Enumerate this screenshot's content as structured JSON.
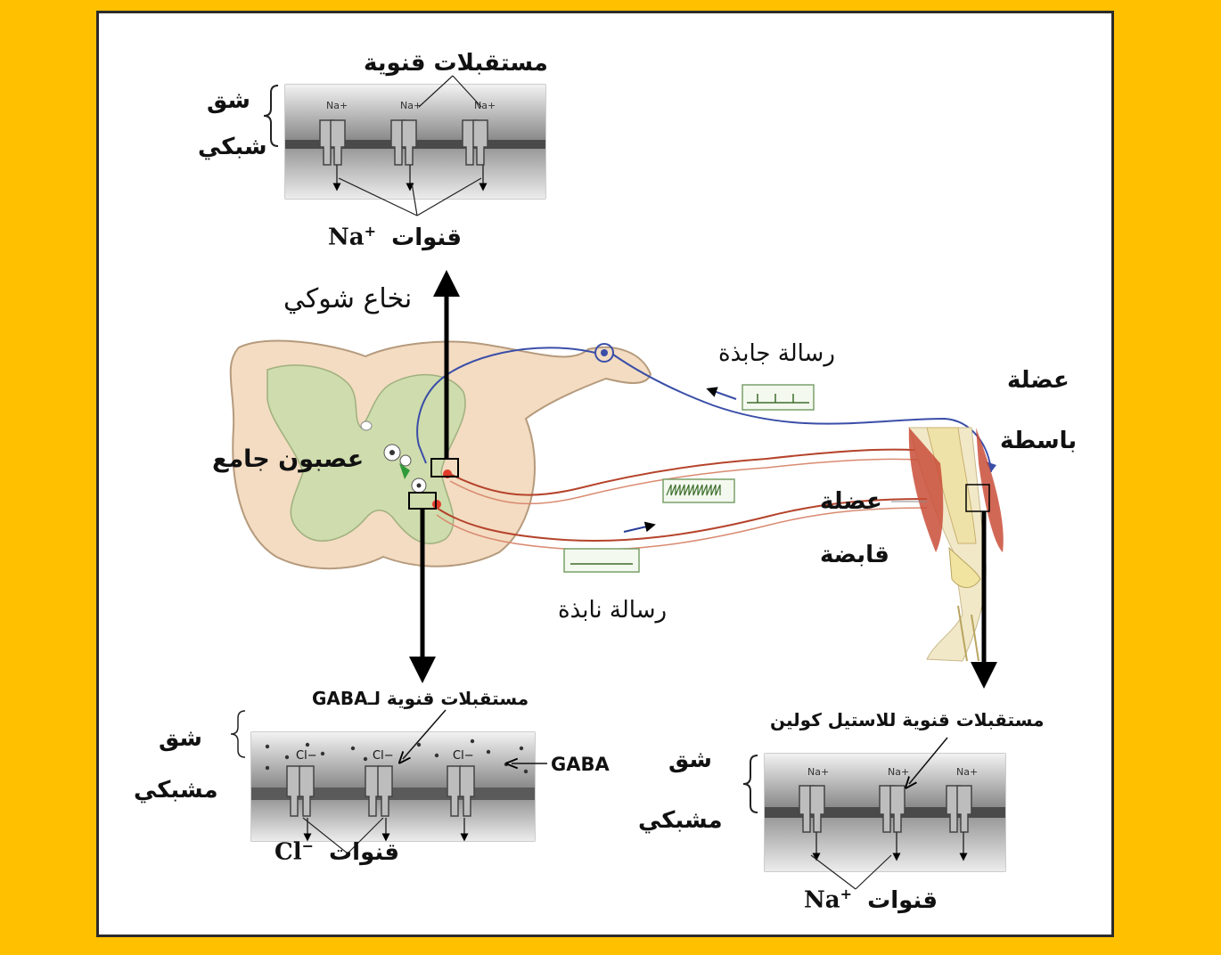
{
  "colors": {
    "background": "#FFC000",
    "frame_border": "#2b2b2b",
    "sensory_neuron": "#3a4ea8",
    "motor_neuron": "#b5432b",
    "spinal_cord": "#f3dcc2",
    "grey_matter": "#cfdcad",
    "interneuron": "#2f9a3a"
  },
  "labels": {
    "top_receptors": "مستقبلات قنوية",
    "top_cleft_1": "شق",
    "top_cleft_2": "شبكي",
    "top_channels_word": "قنوات",
    "top_channels_ion": "Na",
    "top_channels_charge": "+",
    "spinal_cord": "نخاع شوكي",
    "afferent_message": "رسالة جابذة",
    "extensor_1": "عضلة",
    "extensor_2": "باسطة",
    "interneuron": "عصبون جامع",
    "flexor_1": "عضلة",
    "flexor_2": "قابضة",
    "efferent_message": "رسالة نابذة",
    "gaba_receptors": "مستقبلات قنوية لـGABA",
    "gaba_label": "GABA",
    "left_cleft_1": "شق",
    "left_cleft_2": "مشبكي",
    "cl_ion": "Cl",
    "cl_charge": "−",
    "cl_channels_word": "قنوات",
    "ach_receptors": "مستقبلات قنوية للاستيل كولين",
    "right_cleft_1": "شق",
    "right_cleft_2": "مشبكي",
    "bottom_channels_word": "قنوات",
    "bottom_channels_ion": "Na",
    "bottom_channels_charge": "+",
    "panel_na_ion": "Na+",
    "panel_cl_ion": "Cl−"
  }
}
